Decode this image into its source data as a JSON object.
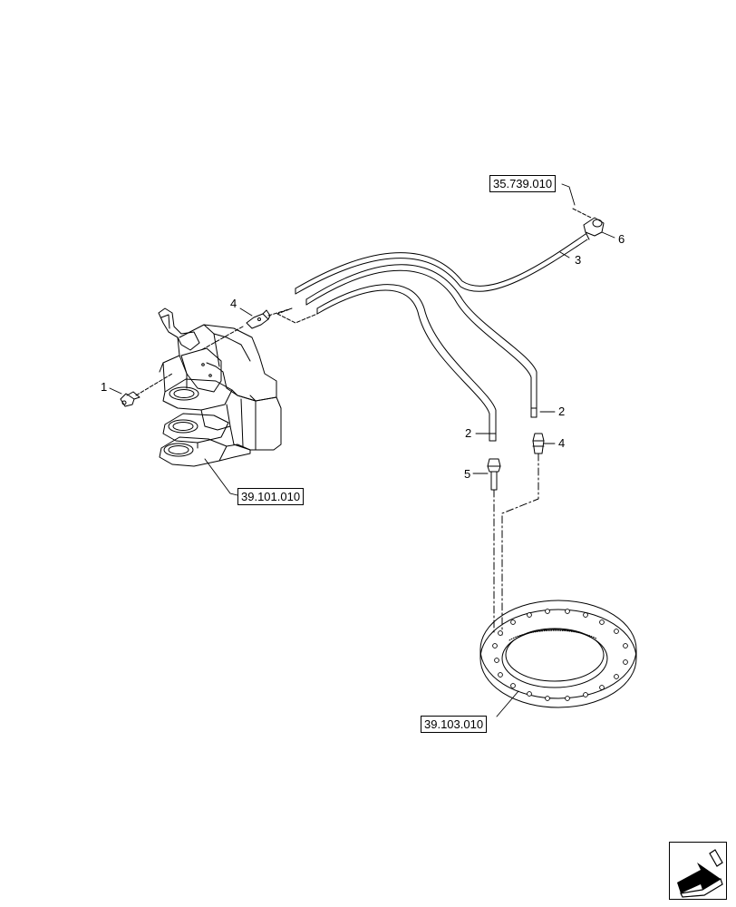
{
  "references": {
    "ref_1": "35.739.010",
    "ref_2": "39.101.010",
    "ref_3": "39.103.010"
  },
  "callouts": {
    "c1": "1",
    "c2a": "2",
    "c2b": "2",
    "c3": "3",
    "c4a": "4",
    "c4b": "4",
    "c5": "5",
    "c6": "6"
  },
  "navigation": {
    "icon": "return-arrow-icon"
  }
}
